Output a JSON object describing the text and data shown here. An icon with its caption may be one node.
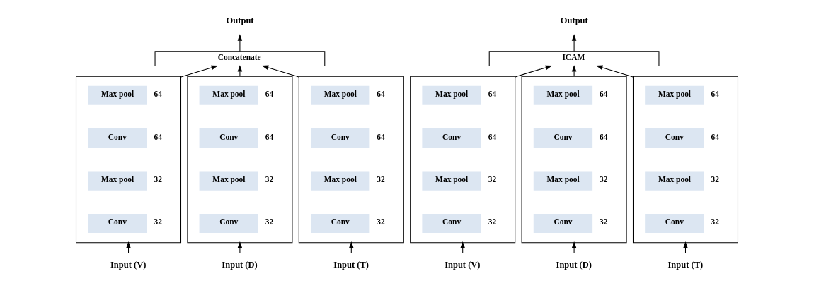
{
  "diagram": {
    "nodes": [
      {
        "text": [
          "Output"
        ]
      },
      {
        "text": [
          "Concatenate"
        ]
      },
      {
        "text": [],
        "shape": "box"
      },
      {
        "text": [
          "Max pool"
        ],
        "beside": [
          "64"
        ],
        "in": 2
      },
      {
        "text": [
          "Conv"
        ],
        "beside": [
          "64"
        ],
        "in": 2
      },
      {
        "text": [
          "Max pool"
        ],
        "beside": [
          "32"
        ],
        "in": 2
      },
      {
        "text": [
          "Conv"
        ],
        "beside": [
          "32"
        ],
        "in": 2
      },
      {
        "text": [],
        "shape": "box"
      },
      {
        "text": [
          "Max pool"
        ],
        "beside": [
          "64"
        ],
        "in": 7
      },
      {
        "text": [
          "Conv"
        ],
        "beside": [
          "64"
        ],
        "in": 7
      },
      {
        "text": [
          "Max pool"
        ],
        "beside": [
          "32"
        ],
        "in": 7
      },
      {
        "text": [
          "Conv"
        ],
        "beside": [
          "32"
        ],
        "in": 7
      },
      {
        "text": [],
        "shape": "box"
      },
      {
        "text": [
          "Max pool"
        ],
        "beside": [
          "64"
        ],
        "in": 12
      },
      {
        "text": [
          "Conv"
        ],
        "beside": [
          "64"
        ],
        "in": 12
      },
      {
        "text": [
          "Max pool"
        ],
        "beside": [
          "32"
        ],
        "in": 12
      },
      {
        "text": [
          "Conv"
        ],
        "beside": [
          "32"
        ],
        "in": 12
      },
      {
        "text": [
          "Input (V)"
        ]
      },
      {
        "text": [
          "Input (D)"
        ]
      },
      {
        "text": [
          "Input (T)"
        ]
      },
      {
        "text": [
          "Output"
        ]
      },
      {
        "text": [
          "ICAM"
        ]
      },
      {
        "text": [],
        "shape": "box"
      },
      {
        "text": [
          "Max pool"
        ],
        "beside": [
          "64"
        ],
        "in": 22
      },
      {
        "text": [
          "Conv"
        ],
        "beside": [
          "64"
        ],
        "in": 22
      },
      {
        "text": [
          "Max pool"
        ],
        "beside": [
          "32"
        ],
        "in": 22
      },
      {
        "text": [
          "Conv"
        ],
        "beside": [
          "32"
        ],
        "in": 22
      },
      {
        "text": [],
        "shape": "box"
      },
      {
        "text": [
          "Max pool"
        ],
        "beside": [
          "64"
        ],
        "in": 27
      },
      {
        "text": [
          "Conv"
        ],
        "beside": [
          "64"
        ],
        "in": 27
      },
      {
        "text": [
          "Max pool"
        ],
        "beside": [
          "32"
        ],
        "in": 27
      },
      {
        "text": [
          "Conv"
        ],
        "beside": [
          "32"
        ],
        "in": 27
      },
      {
        "text": [],
        "shape": "box"
      },
      {
        "text": [
          "Max pool"
        ],
        "beside": [
          "64"
        ],
        "in": 32
      },
      {
        "text": [
          "Conv"
        ],
        "beside": [
          "64"
        ],
        "in": 32
      },
      {
        "text": [
          "Max pool"
        ],
        "beside": [
          "32"
        ],
        "in": 32
      },
      {
        "text": [
          "Conv"
        ],
        "beside": [
          "32"
        ],
        "in": 32
      },
      {
        "text": [
          "Input (V)"
        ]
      },
      {
        "text": [
          "Input (D)"
        ]
      },
      {
        "text": [
          "Input (T)"
        ]
      }
    ],
    "edges": [
      {
        "from": 17,
        "to": 2,
        "arrow": "to"
      },
      {
        "from": 18,
        "to": 7,
        "arrow": "to"
      },
      {
        "from": 19,
        "to": 12,
        "arrow": "to"
      },
      {
        "from": 2,
        "to": 1,
        "arrow": "to"
      },
      {
        "from": 7,
        "to": 1,
        "arrow": "to"
      },
      {
        "from": 12,
        "to": 1,
        "arrow": "to"
      },
      {
        "from": 1,
        "to": 0,
        "arrow": "to"
      },
      {
        "from": 37,
        "to": 22,
        "arrow": "to"
      },
      {
        "from": 38,
        "to": 27,
        "arrow": "to"
      },
      {
        "from": 39,
        "to": 32,
        "arrow": "to"
      },
      {
        "from": 22,
        "to": 21,
        "arrow": "to"
      },
      {
        "from": 27,
        "to": 21,
        "arrow": "to"
      },
      {
        "from": 32,
        "to": 21,
        "arrow": "to"
      },
      {
        "from": 21,
        "to": 20,
        "arrow": "to"
      }
    ]
  }
}
